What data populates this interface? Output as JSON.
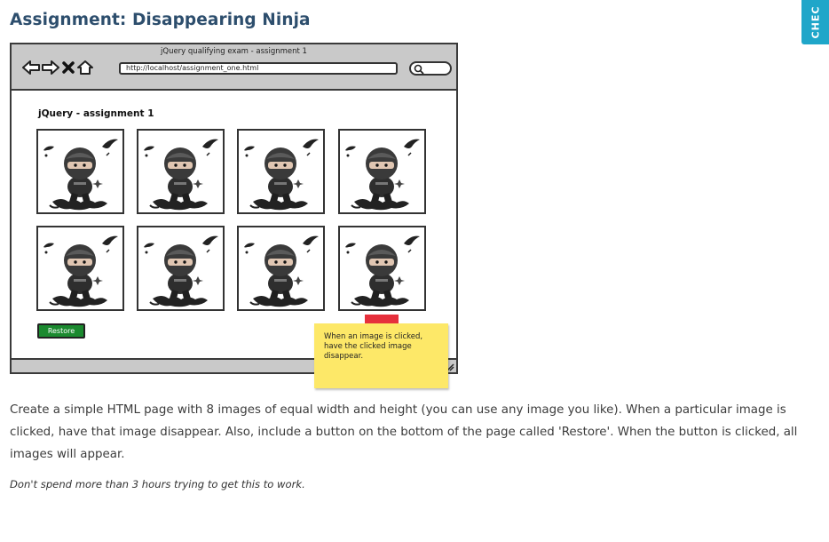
{
  "page": {
    "title": "Assignment: Disappearing Ninja",
    "side_tab_label": "CHEC"
  },
  "mockup": {
    "window_title": "jQuery qualifying exam - assignment 1",
    "url": "http://localhost/assignment_one.html",
    "heading": "jQuery - assignment 1",
    "image_count": 8,
    "images": [
      {
        "name": "ninja-image-1"
      },
      {
        "name": "ninja-image-2"
      },
      {
        "name": "ninja-image-3"
      },
      {
        "name": "ninja-image-4"
      },
      {
        "name": "ninja-image-5"
      },
      {
        "name": "ninja-image-6"
      },
      {
        "name": "ninja-image-7"
      },
      {
        "name": "ninja-image-8"
      }
    ],
    "restore_label": "Restore",
    "sticky_note": "When an image is clicked, have the clicked image disappear."
  },
  "content": {
    "description": "Create a simple HTML page with 8 images of equal width and height (you can use any image you like). When a particular image is clicked, have that image disappear. Also, include a button on the bottom of the page called 'Restore'. When the button is clicked, all images will appear.",
    "note": "Don't spend more than 3 hours trying to get this to work."
  },
  "colors": {
    "title": "#2d4e6d",
    "side_tab": "#1fa6c9",
    "restore_button": "#1b8a2f",
    "sticky": "#fde868",
    "sticky_tape": "#e6303c",
    "mock_chrome": "#c9c9c9"
  },
  "icons": [
    "back-arrow-icon",
    "forward-arrow-icon",
    "stop-icon",
    "home-icon",
    "search-icon",
    "resize-grip-icon",
    "ninja-icon"
  ]
}
